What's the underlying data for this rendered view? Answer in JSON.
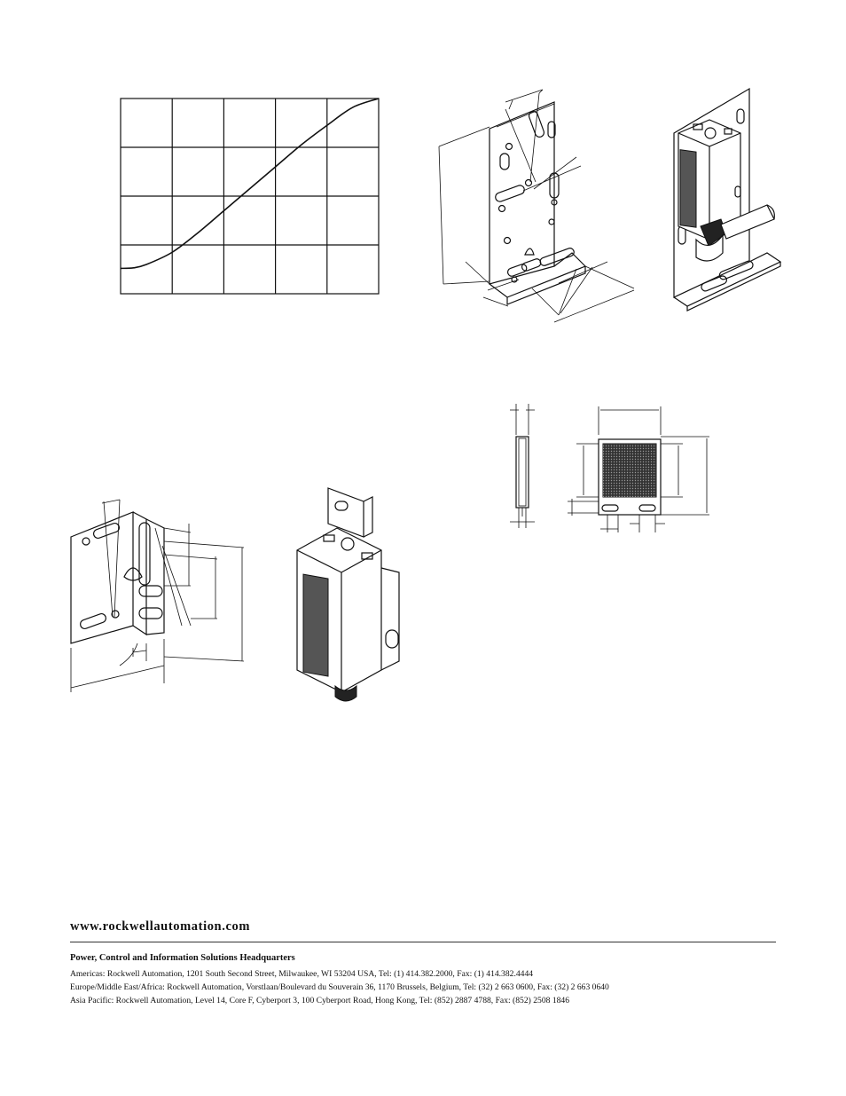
{
  "chart_data": {
    "type": "line",
    "title": "",
    "xlabel": "",
    "ylabel": "",
    "grid": true,
    "x_divisions": 5,
    "y_divisions": 4,
    "xlim": [
      0,
      5
    ],
    "ylim": [
      0,
      4
    ],
    "series": [
      {
        "x": [
          0,
          0.25,
          0.5,
          1.0,
          1.5,
          2.0,
          2.5,
          3.0,
          3.5,
          4.0,
          4.5,
          5.0
        ],
        "y": [
          0.52,
          0.53,
          0.6,
          0.85,
          1.25,
          1.7,
          2.15,
          2.6,
          3.05,
          3.45,
          3.82,
          4.0
        ]
      }
    ]
  },
  "footer": {
    "url": "www.rockwellautomation.com",
    "headquarters_title": "Power, Control and Information Solutions Headquarters",
    "addresses": [
      "Americas: Rockwell Automation, 1201 South Second Street, Milwaukee, WI 53204 USA, Tel: (1) 414.382.2000, Fax: (1) 414.382.4444",
      "Europe/Middle East/Africa: Rockwell Automation, Vorstlaan/Boulevard du Souverain 36, 1170 Brussels, Belgium, Tel: (32) 2 663 0600, Fax: (32) 2 663 0640",
      "Asia Pacific: Rockwell Automation, Level 14, Core F, Cyberport 3, 100 Cyberport Road, Hong Kong, Tel: (852) 2887 4788, Fax: (852) 2508 1846"
    ]
  }
}
